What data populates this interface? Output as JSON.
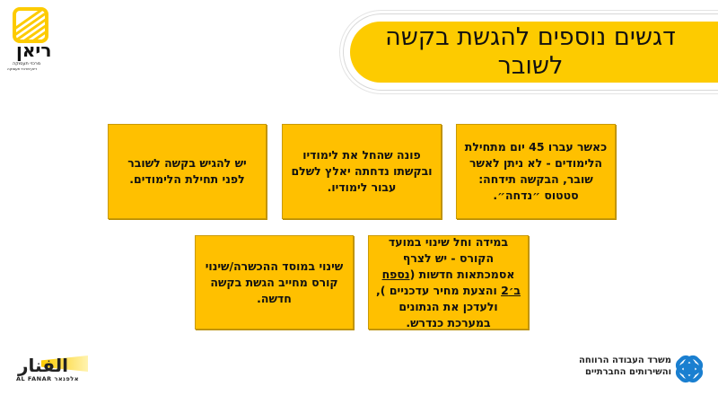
{
  "title": {
    "line1": "דגשים נוספים להגשת בקשה",
    "line2": "לשובר"
  },
  "colors": {
    "title_bg": "#fdcb00",
    "card_bg": "#ffc000",
    "card_border": "#c99a06",
    "ministry_blue": "#1a7fd0"
  },
  "logos": {
    "rayan": {
      "name": "ריאן",
      "sub1": "מרכזי תעסוקה",
      "sub2": "ריאן-מרכזי תעסוקה"
    },
    "fanar": {
      "arabic": "الفنار",
      "latin": "AL FANAR אלפנאר"
    },
    "ministry": {
      "line1": "משרד העבודה הרווחה",
      "line2": "והשירותים החברתיים"
    }
  },
  "cards": [
    {
      "id": "card-45-days",
      "text": "כאשר עברו 45 יום מתחילת הלימודים - לא ניתן לאשר שובר, הבקשה תידחה: סטטוס ״נדחה״."
    },
    {
      "id": "card-started-studies",
      "text": "פונה שהחל את לימודיו ובקשתו נדחתה יאלץ לשלם עבור לימודיו."
    },
    {
      "id": "card-submit-before",
      "text": "יש להגיש בקשה לשובר לפני תחילת הלימודים."
    },
    {
      "id": "card-date-change",
      "text_before": "במידה וחל שינוי במועד הקורס - יש לצרף אסמכתאות חדשות (",
      "underlined": "נספח ב׳2",
      "text_after": " והצעת מחיר עדכניים ), ולעדכן את הנתונים במערכת כנדרש."
    },
    {
      "id": "card-institution-change",
      "text": "שינוי במוסד ההכשרה/שינוי קורס מחייב הגשת בקשה חדשה."
    }
  ]
}
